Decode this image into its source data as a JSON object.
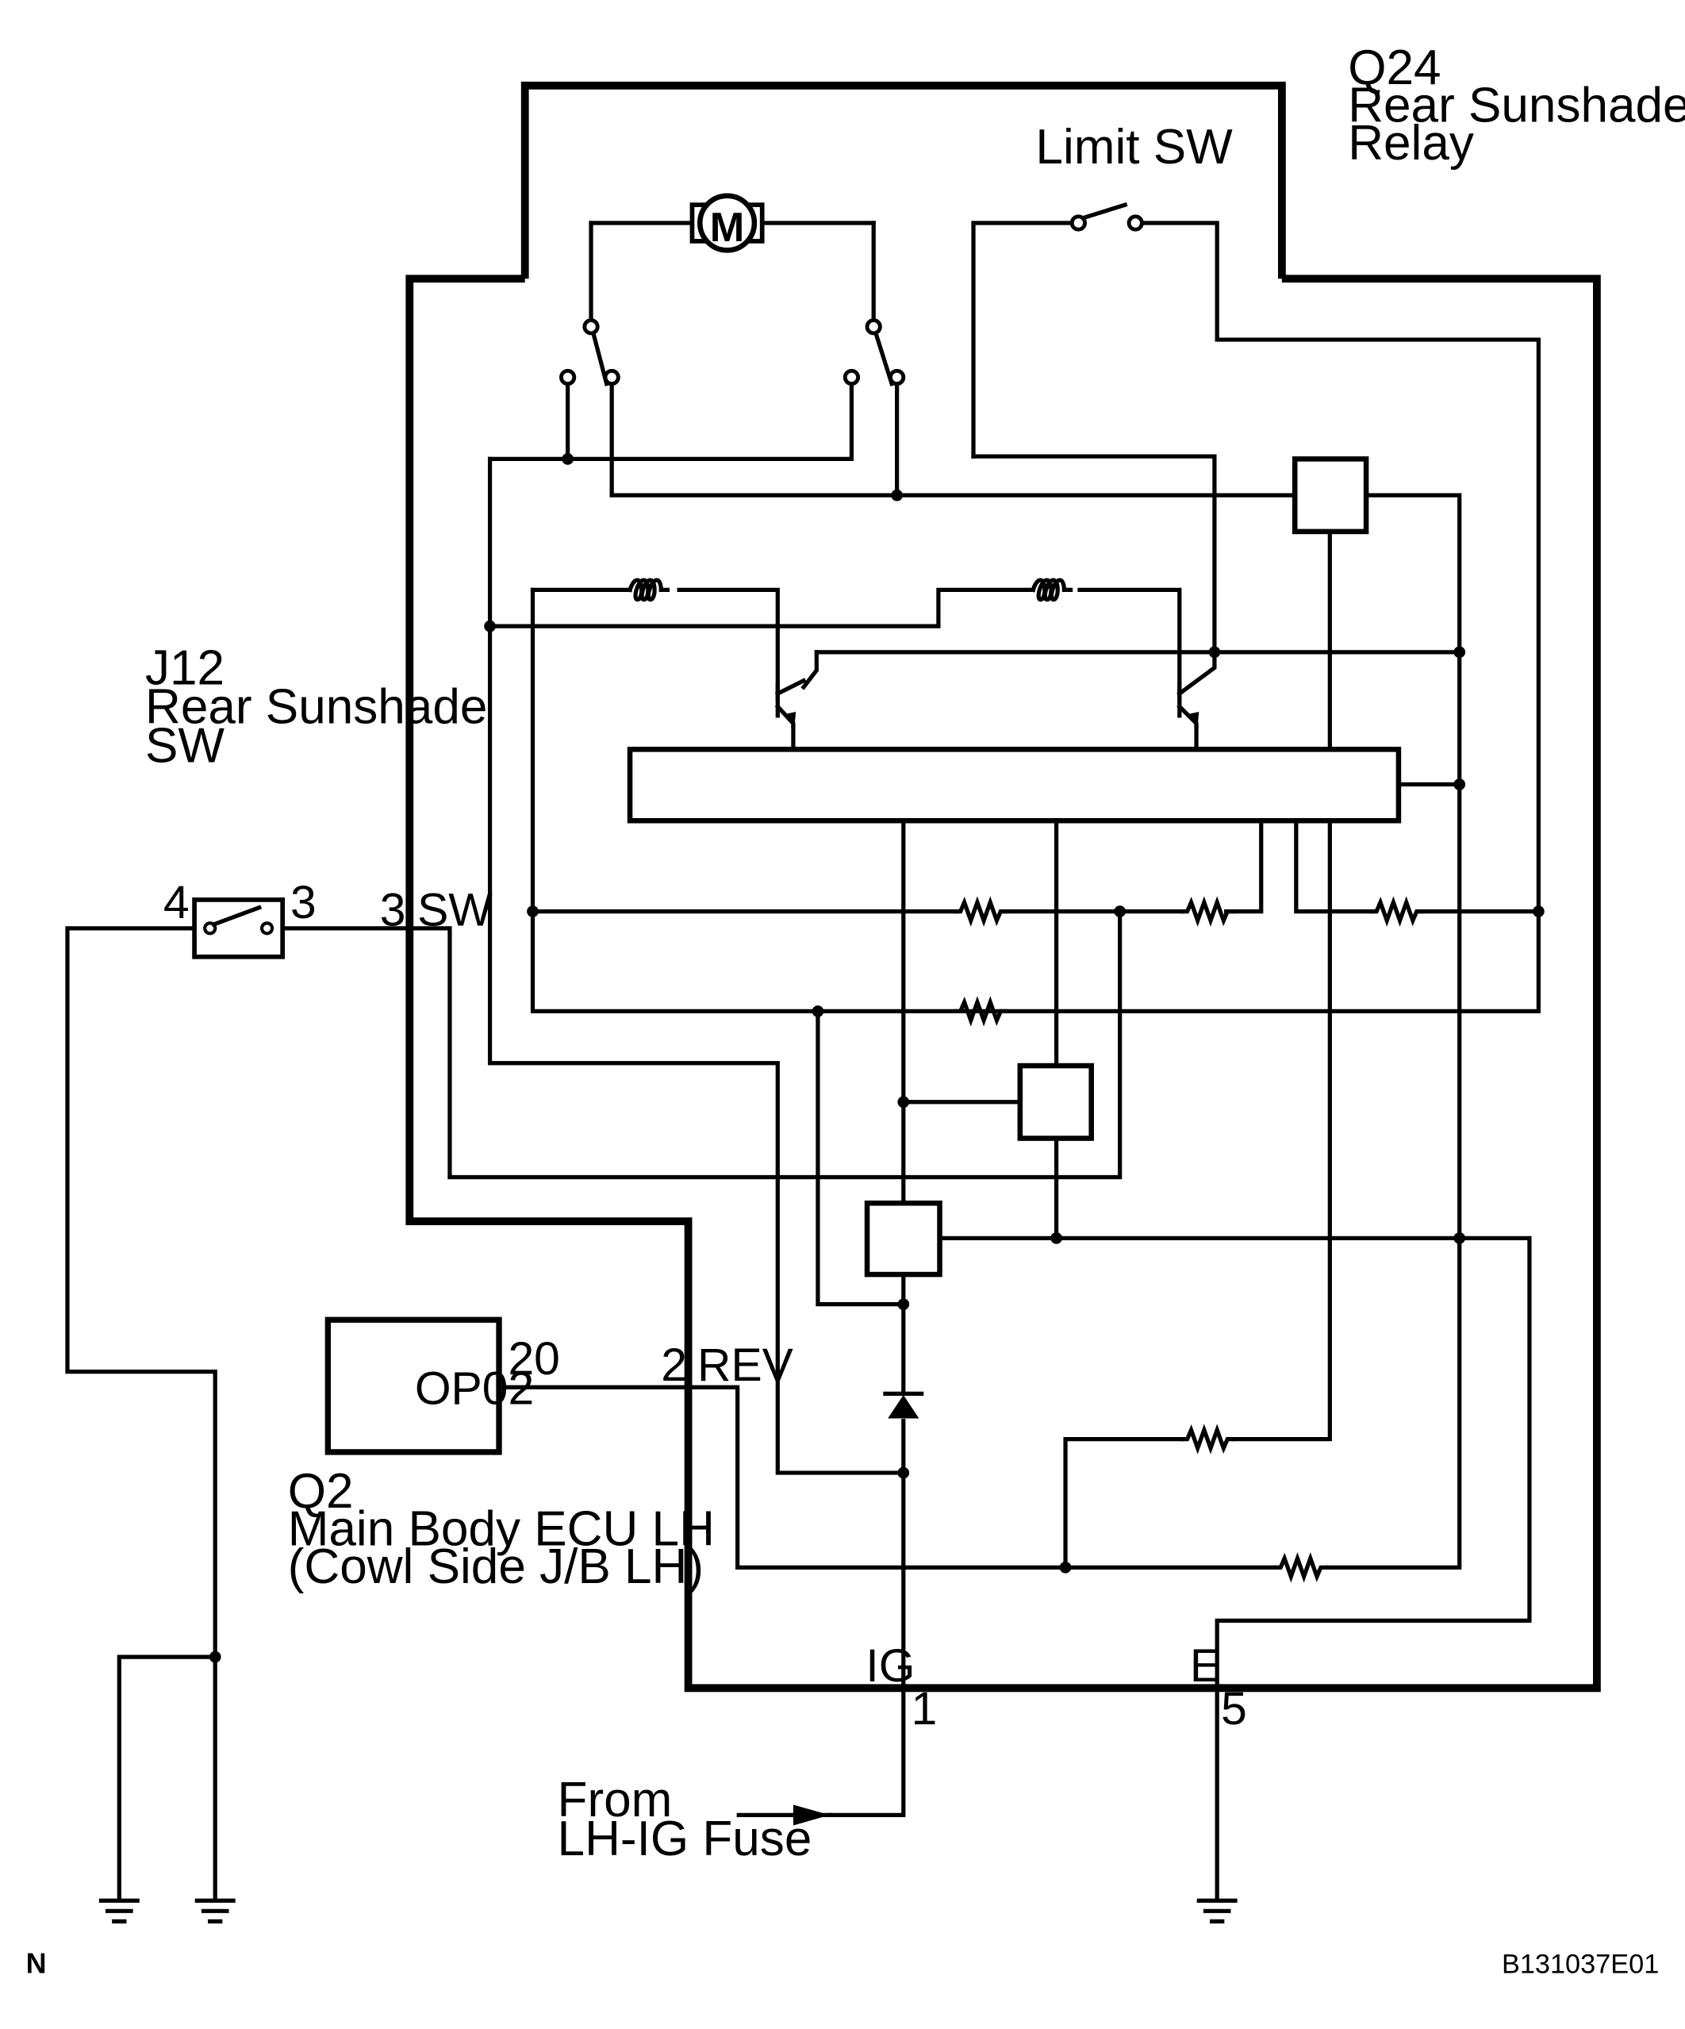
{
  "relay": {
    "code": "Q24",
    "name_line1": "Rear Sunshade",
    "name_line2": "Relay"
  },
  "limit_switch": {
    "label": "Limit SW"
  },
  "motor": {
    "symbol": "M"
  },
  "rear_switch": {
    "code": "J12",
    "name_line1": "Rear Sunshade",
    "name_line2": "SW",
    "pin_left": "4",
    "pin_right": "3"
  },
  "pins": {
    "sw": {
      "number": "3",
      "name": "SW"
    },
    "rev": {
      "number": "2",
      "name": "REV"
    },
    "ig": {
      "number": "1",
      "name": "IG"
    },
    "e": {
      "number": "5",
      "name": "E"
    }
  },
  "ecu": {
    "code": "Q2",
    "connector": "OP02",
    "pin": "20",
    "name_line1": "Main Body ECU LH",
    "name_line2": "(Cowl Side J/B LH)"
  },
  "supply": {
    "line1": "From",
    "line2": "LH-IG Fuse"
  },
  "footer": {
    "left": "N",
    "right": "B131037E01"
  },
  "icons": [
    "motor-icon",
    "limit-switch-icon",
    "relay-switch-icon",
    "transistor-icon",
    "coil-icon",
    "resistor-icon",
    "diode-icon",
    "ground-icon",
    "arrow-icon"
  ]
}
